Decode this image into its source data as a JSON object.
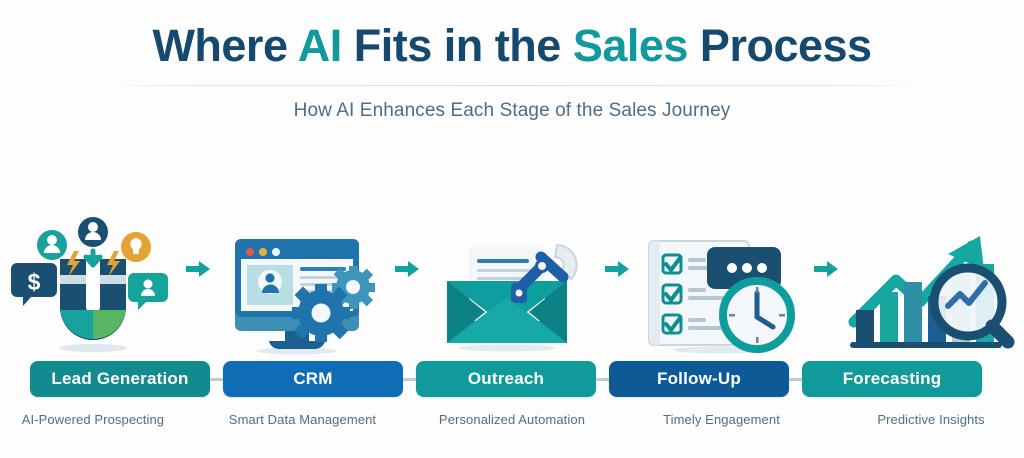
{
  "header": {
    "title_part1": "Where ",
    "title_accent1": "AI",
    "title_part2": " Fits in the ",
    "title_accent2": "Sales",
    "title_part3": " Process",
    "subtitle": "How AI Enhances Each Stage of the Sales Journey"
  },
  "colors": {
    "title_navy": "#154a6e",
    "title_teal": "#11999e",
    "badge_teal": "#128b8e",
    "badge_blue": "#0f6db5",
    "badge_dark_blue": "#0d5a96",
    "caption_text": "#4c6f89",
    "connector": "#b9ccd8",
    "arrow_teal": "#12a3a0",
    "background": "#fdfdfe"
  },
  "stages": [
    {
      "label": "Lead Generation",
      "caption": "AI-Powered Prospecting",
      "badge_color": "#128b8e",
      "icon": "magnet-leads-icon"
    },
    {
      "label": "CRM",
      "caption": "Smart Data Management",
      "badge_color": "#0f6db5",
      "icon": "monitor-gears-icon"
    },
    {
      "label": "Outreach",
      "caption": "Personalized Automation",
      "badge_color": "#119a9a",
      "icon": "envelope-robot-arm-icon"
    },
    {
      "label": "Follow-Up",
      "caption": "Timely Engagement",
      "badge_color": "#0d5a96",
      "icon": "checklist-clock-chat-icon"
    },
    {
      "label": "Forecasting",
      "caption": "Predictive Insights",
      "badge_color": "#119a9a",
      "icon": "bar-chart-magnifier-icon"
    }
  ],
  "flow_arrows": [
    {
      "name": "arrow-lead-to-crm"
    },
    {
      "name": "arrow-crm-to-outreach"
    },
    {
      "name": "arrow-outreach-to-followup"
    },
    {
      "name": "arrow-followup-to-forecasting"
    }
  ]
}
